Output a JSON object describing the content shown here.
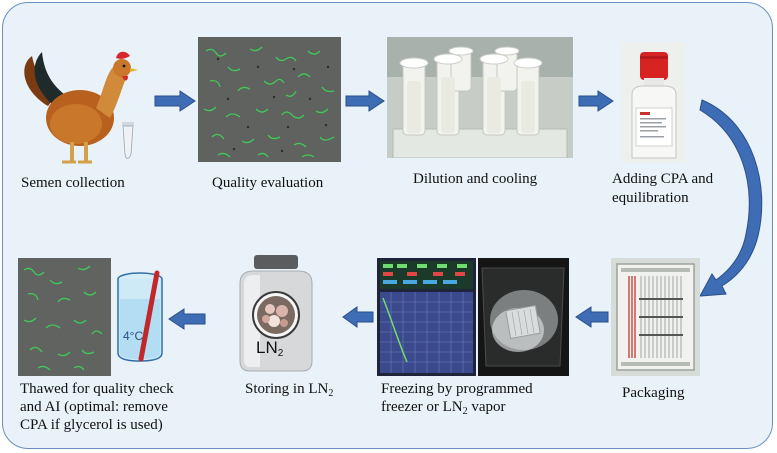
{
  "steps": {
    "semen_collection": "Semen collection",
    "quality_evaluation": "Quality evaluation",
    "dilution_cooling": "Dilution and cooling",
    "adding_cpa_line1": "Adding CPA and",
    "adding_cpa_line2": "equilibration",
    "packaging": "Packaging",
    "freezing_line1": "Freezing by programmed",
    "freezing_line2_prefix": "freezer or LN",
    "freezing_line2_sub": "2",
    "freezing_line2_suffix": " vapor",
    "storing_prefix": "Storing in LN",
    "storing_sub": "2",
    "thawed_line1": "Thawed for quality check",
    "thawed_line2": "and AI (optimal: remove",
    "thawed_line3": "CPA if glycerol is used)"
  },
  "in_image_text": {
    "ln2_jar_label": "LN",
    "ln2_jar_sub": "2",
    "beaker_temp": "4°C"
  },
  "colors": {
    "panel_border": "#6a8fc0",
    "panel_fill": "#e9f1f9",
    "arrow_fill": "#3f6db5",
    "arrow_stroke": "#2b4f8a"
  }
}
